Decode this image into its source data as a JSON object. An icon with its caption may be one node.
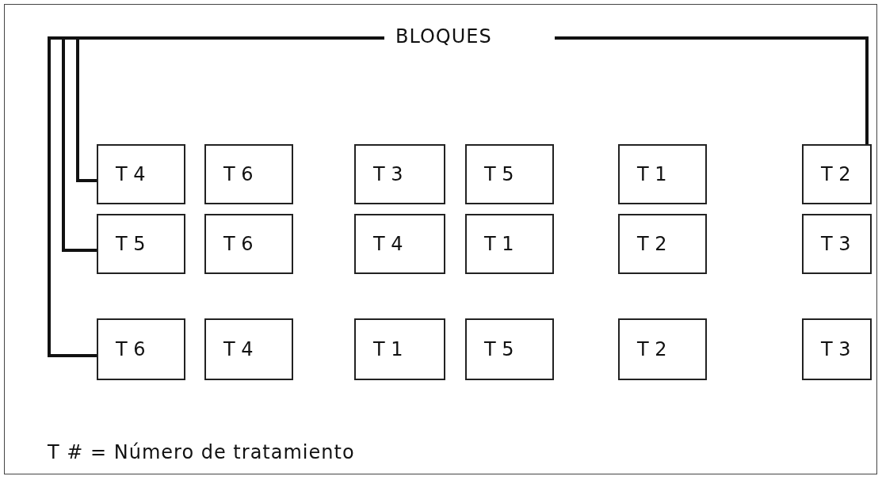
{
  "diagram": {
    "nodes": [
      {
        "text": [
          "BLOQUES"
        ]
      },
      {
        "text": [
          "T 4"
        ]
      },
      {
        "text": [
          "T 6"
        ]
      },
      {
        "text": [
          "T 3"
        ]
      },
      {
        "text": [
          "T 5"
        ]
      },
      {
        "text": [
          "T 1"
        ]
      },
      {
        "text": [
          "T 2"
        ]
      },
      {
        "text": [
          "T 5"
        ]
      },
      {
        "text": [
          "T 6"
        ]
      },
      {
        "text": [
          "T 4"
        ]
      },
      {
        "text": [
          "T 1"
        ]
      },
      {
        "text": [
          "T 2"
        ]
      },
      {
        "text": [
          "T 3"
        ]
      },
      {
        "text": [
          "T 6"
        ]
      },
      {
        "text": [
          "T 4"
        ]
      },
      {
        "text": [
          "T 1"
        ]
      },
      {
        "text": [
          "T 5"
        ]
      },
      {
        "text": [
          "T 2"
        ]
      },
      {
        "text": [
          "T 3"
        ]
      }
    ],
    "edges": [
      {
        "from": 0,
        "to": 1,
        "arrow": "none"
      },
      {
        "from": 0,
        "to": 7,
        "arrow": "none"
      },
      {
        "from": 0,
        "to": 13,
        "arrow": "none"
      },
      {
        "from": 0,
        "to": 6,
        "arrow": "none"
      }
    ],
    "labels": [
      "T # = Número de tratamiento"
    ]
  }
}
